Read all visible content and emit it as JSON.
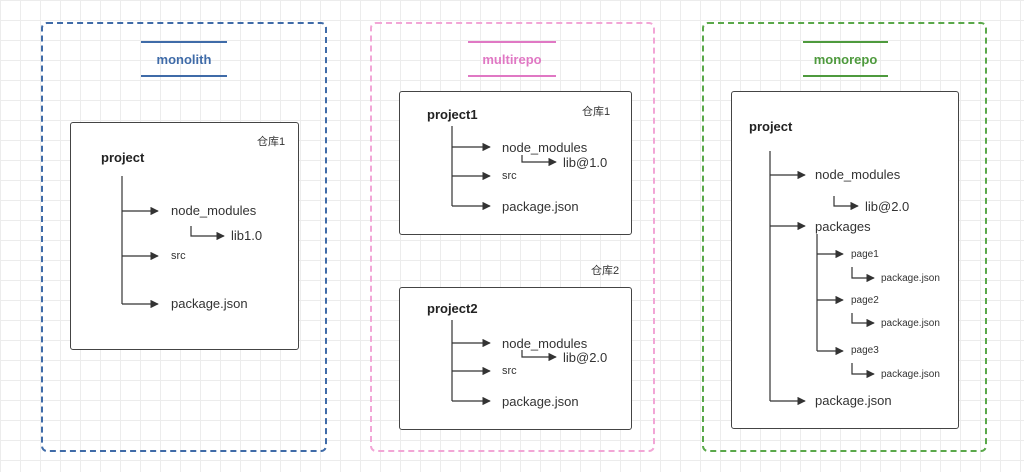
{
  "monolith": {
    "title": "monolith",
    "color": "#3f6ba8",
    "repo": "仓库1",
    "root": "project",
    "items": [
      "node_modules",
      "src",
      "package.json"
    ],
    "dep": "lib1.0"
  },
  "multirepo": {
    "title": "multirepo",
    "color": "#e078c4",
    "repo1": "仓库1",
    "repo2": "仓库2",
    "project1": {
      "root": "project1",
      "items": [
        "node_modules",
        "src",
        "package.json"
      ],
      "dep": "lib@1.0"
    },
    "project2": {
      "root": "project2",
      "items": [
        "node_modules",
        "src",
        "package.json"
      ],
      "dep": "lib@2.0"
    }
  },
  "monorepo": {
    "title": "monorepo",
    "color": "#4e9a3d",
    "root": "project",
    "node_modules": "node_modules",
    "dep": "lib@2.0",
    "packages": "packages",
    "pages": [
      "page1",
      "page2",
      "page3"
    ],
    "page_file": "package.json",
    "package_json": "package.json"
  }
}
